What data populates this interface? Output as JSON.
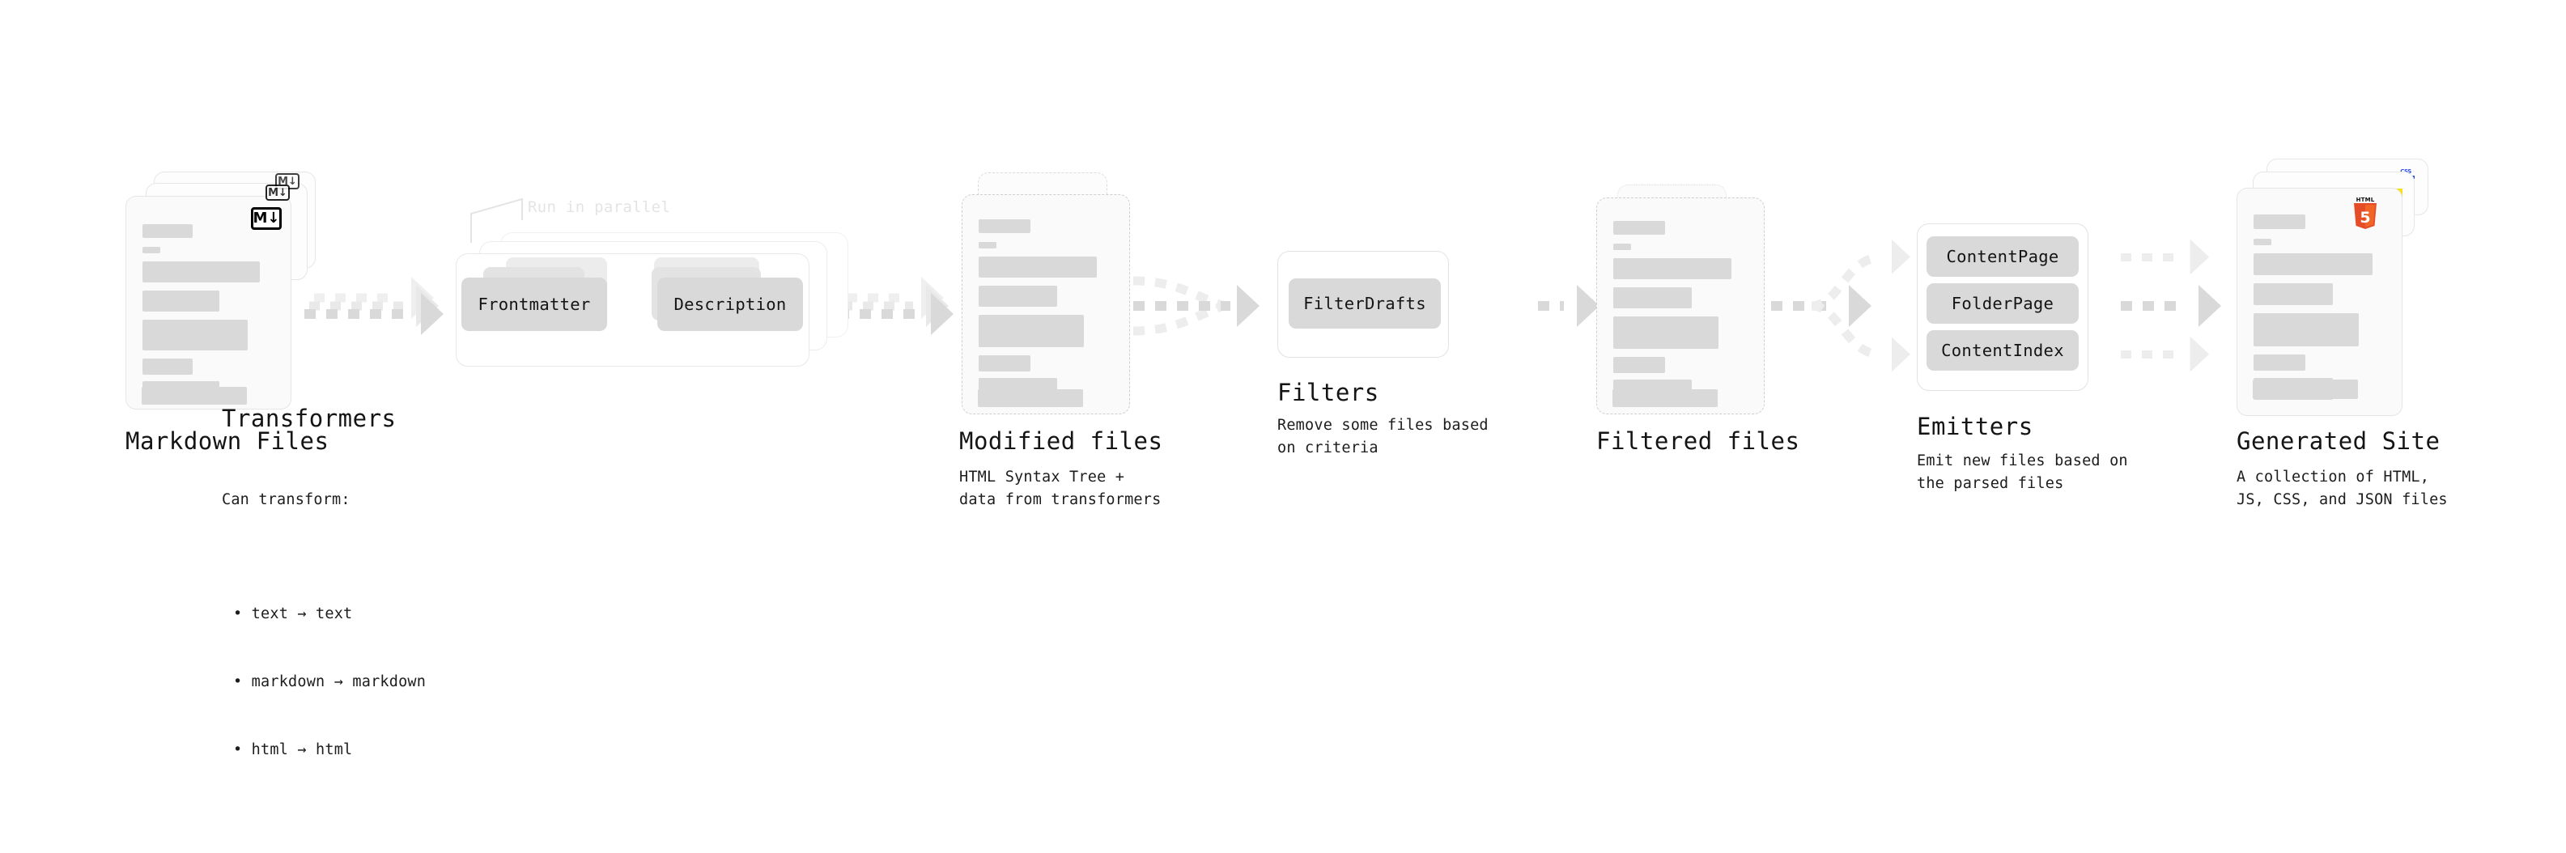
{
  "diagram": {
    "title_hidden": "",
    "accent_colors": {
      "skeleton": "#d9d9d9",
      "arrow": "#d9d9d9",
      "arrow_faint": "#ededed",
      "chip": "#d9d9d9",
      "border": "#e6e6e6",
      "html5_orange": "#e44d26",
      "html5_orange_light": "#f16529",
      "js_yellow": "#f7df1e",
      "css_blue": "#264de4"
    }
  },
  "stages": [
    {
      "id": "markdown-files",
      "title": "Markdown Files",
      "description": "",
      "badge": "M↓",
      "badge_icon": "markdown-icon"
    },
    {
      "id": "transformers",
      "title": "Transformers",
      "description": "Can transform:",
      "annotation": "Run in parallel",
      "chips": [
        "Frontmatter",
        "Description"
      ],
      "bullets": [
        "• text → text",
        "• markdown → markdown",
        "• html → html"
      ]
    },
    {
      "id": "modified-files",
      "title": "Modified files",
      "description": "HTML Syntax Tree +\ndata from transformers"
    },
    {
      "id": "filters",
      "title": "Filters",
      "description": "Remove some files based\non criteria",
      "chips": [
        "FilterDrafts"
      ]
    },
    {
      "id": "filtered-files",
      "title": "Filtered files",
      "description": ""
    },
    {
      "id": "emitters",
      "title": "Emitters",
      "description": "Emit new files based on\nthe parsed files",
      "chips": [
        "ContentPage",
        "FolderPage",
        "ContentIndex"
      ]
    },
    {
      "id": "generated-site",
      "title": "Generated Site",
      "description": "A collection of HTML,\nJS, CSS, and JSON files",
      "badges": [
        "HTML5",
        "JS",
        "CSS"
      ],
      "badge_icon": "html5-icon"
    }
  ]
}
